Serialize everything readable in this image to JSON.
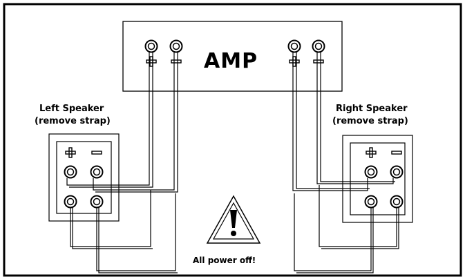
{
  "amp": {
    "label": "AMP"
  },
  "left_speaker": {
    "title_line1": "Left Speaker",
    "title_line2": "(remove strap)"
  },
  "right_speaker": {
    "title_line1": "Right Speaker",
    "title_line2": "(remove strap)"
  },
  "warning": {
    "icon": "warning-triangle-icon",
    "text": "All power off!"
  },
  "colors": {
    "line": "#000000",
    "background": "#ffffff"
  }
}
